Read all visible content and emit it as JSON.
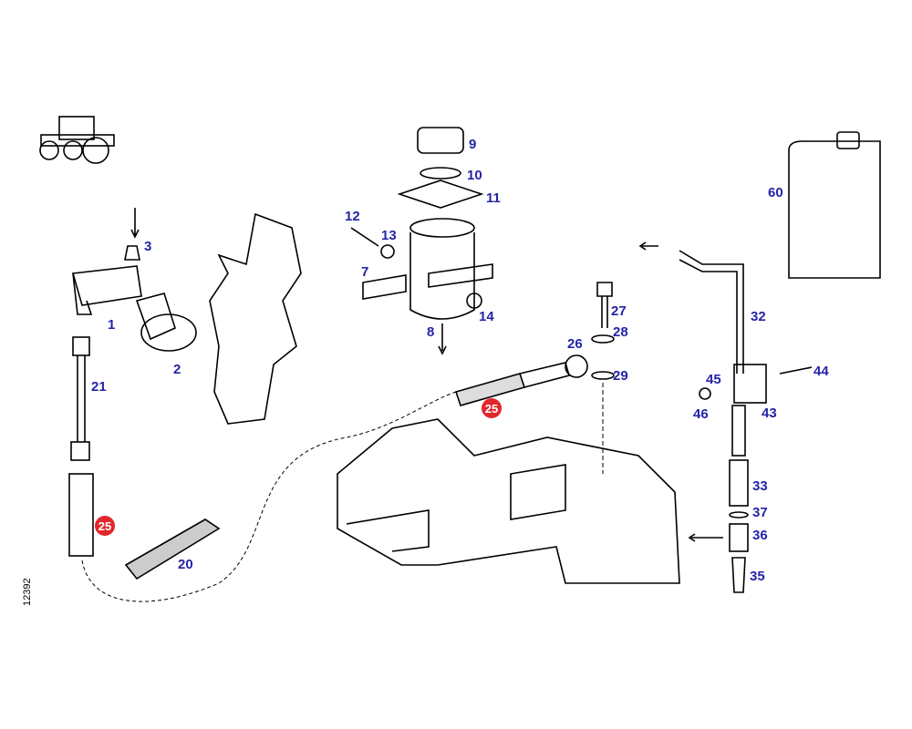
{
  "diagram_ref": "12392",
  "colors": {
    "label": "#2424a8",
    "highlight": "#e0282c",
    "line": "#000000"
  },
  "labels": {
    "l9": "9",
    "l10": "10",
    "l11": "11",
    "l12": "12",
    "l13": "13",
    "l7": "7",
    "l14": "14",
    "l8": "8",
    "l3": "3",
    "l1": "1",
    "l2": "2",
    "l21": "21",
    "l20": "20",
    "l27": "27",
    "l28": "28",
    "l26": "26",
    "l29": "29",
    "l32": "32",
    "l44": "44",
    "l45": "45",
    "l46": "46",
    "l43": "43",
    "l33": "33",
    "l37": "37",
    "l36": "36",
    "l35": "35",
    "l60": "60"
  },
  "highlighted": {
    "a": "25",
    "b": "25"
  }
}
